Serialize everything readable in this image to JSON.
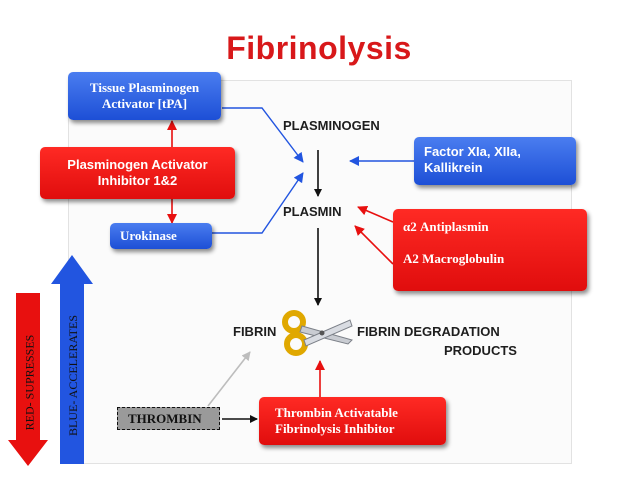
{
  "title": "Fibrinolysis",
  "nodes": {
    "tpa": "Tissue Plasminogen\nActivator [tPA]",
    "pai": "Plasminogen Activator\nInhibitor 1&2",
    "urokinase": "Urokinase",
    "plasminogen": "PLASMINOGEN",
    "factor": "Factor XIa, XIIa,\nKallikrein",
    "plasmin": "PLASMIN",
    "antiplasmin": "α2 Antiplasmin",
    "macroglobulin": "A2 Macroglobulin",
    "fibrin": "FIBRIN",
    "fdp_line1": "FIBRIN DEGRADATION",
    "fdp_line2": "PRODUCTS",
    "thrombin": "THROMBIN",
    "tafi": "Thrombin Activatable\nFibrinolysis Inhibitor"
  },
  "legend": {
    "red": "RED- SUPRESSES",
    "blue": "BLUE- ACCELERATES"
  },
  "icons": {
    "scissors": "scissors-icon"
  },
  "colors": {
    "red": "#e8100f",
    "blue": "#2255e0",
    "title": "#d8181a"
  }
}
